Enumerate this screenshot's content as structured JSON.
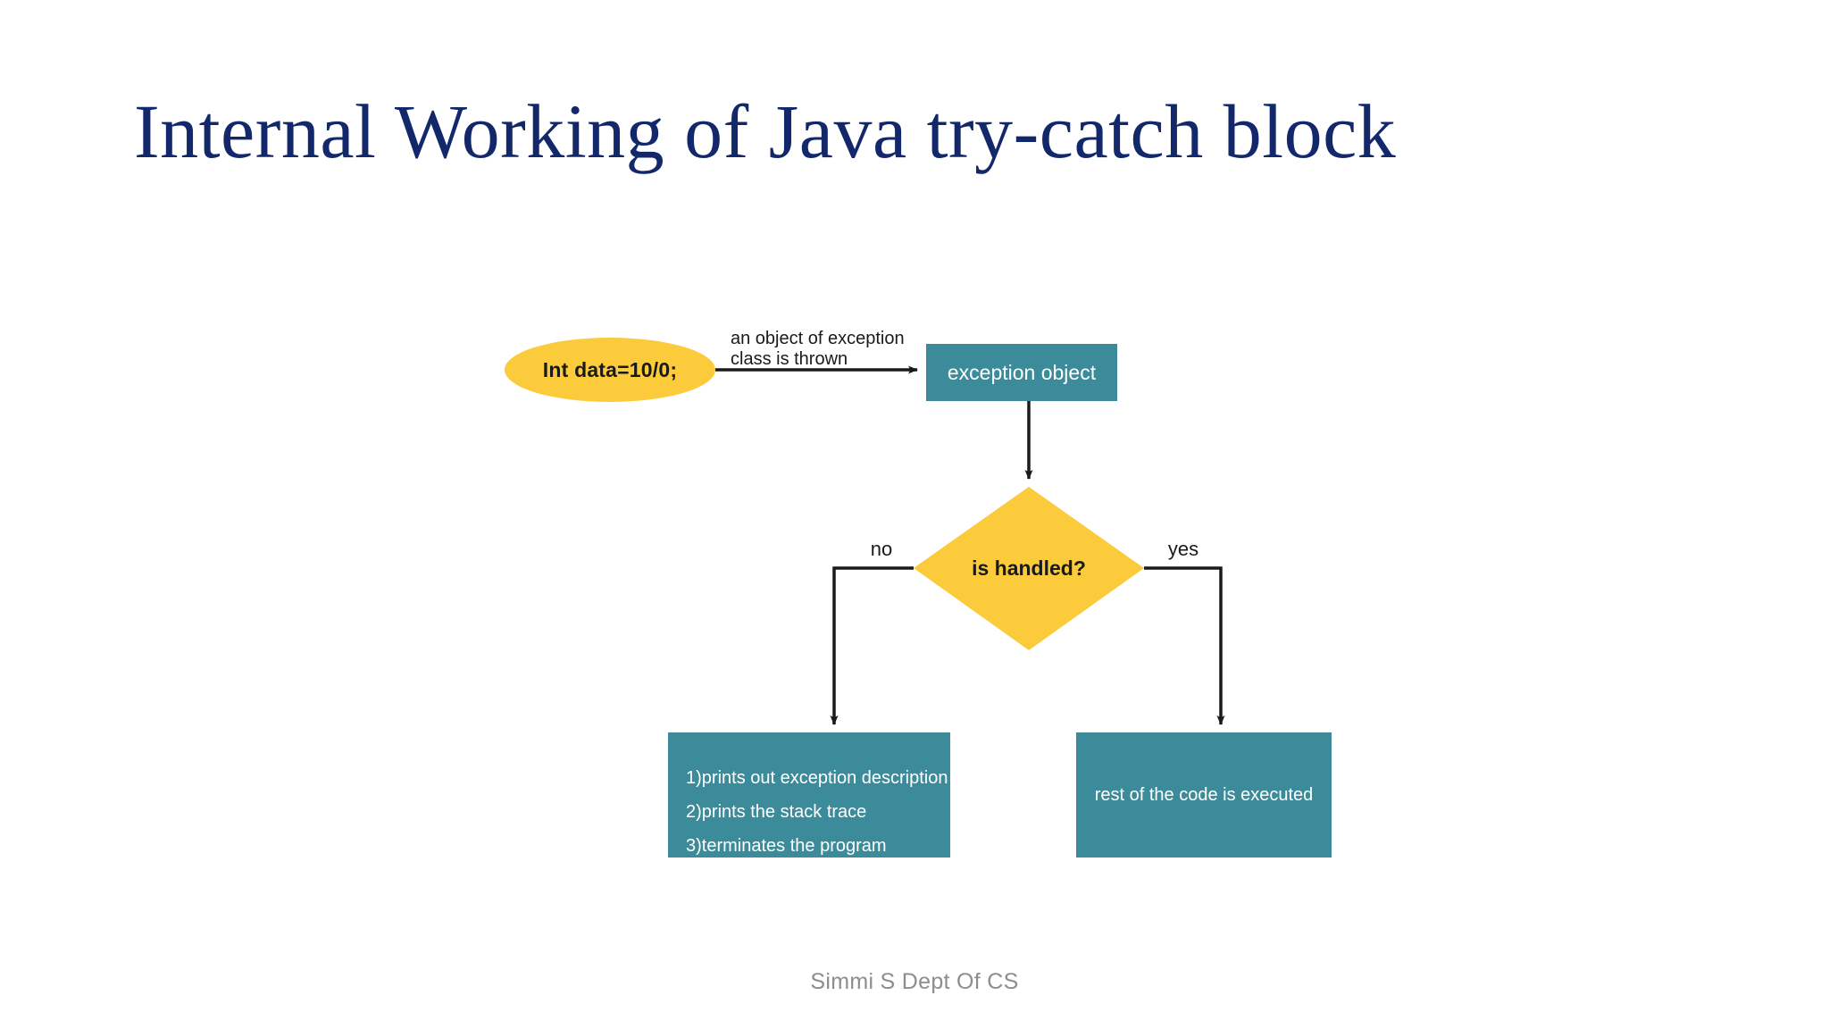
{
  "slide": {
    "title": "Internal Working of Java try-catch block",
    "footer": "Simmi S Dept Of CS",
    "title_color": "#13286B",
    "footer_color": "#8D8D8D",
    "background": "#FFFFFF"
  },
  "diagram": {
    "type": "flowchart",
    "palette": {
      "yellow": "#FBCB3C",
      "teal": "#3C8B9B",
      "connector": "#1A1A1A",
      "node_text_dark": "#1A1A1A",
      "node_text_light": "#FFFFFF"
    },
    "nodes": [
      {
        "id": "start-node",
        "shape": "ellipse",
        "fill": "#FBCB3C",
        "label": "Int data=10/0;"
      },
      {
        "id": "exception-object",
        "shape": "rectangle",
        "fill": "#3C8B9B",
        "label": "exception object"
      },
      {
        "id": "decision-node",
        "shape": "diamond",
        "fill": "#FBCB3C",
        "label": "is handled?"
      },
      {
        "id": "unhandled-box",
        "shape": "rectangle",
        "fill": "#3C8B9B",
        "lines": [
          "1)prints out exception description",
          "2)prints the stack trace",
          "3)terminates the program"
        ]
      },
      {
        "id": "handled-box",
        "shape": "rectangle",
        "fill": "#3C8B9B",
        "label": "rest of the code is executed"
      }
    ],
    "edges": [
      {
        "id": "edge-start-to-exception",
        "from": "start-node",
        "to": "exception-object",
        "label_line1": "an object of exception",
        "label_line2": "class is thrown"
      },
      {
        "id": "edge-exception-to-decision",
        "from": "exception-object",
        "to": "decision-node",
        "label": ""
      },
      {
        "id": "edge-decision-no",
        "from": "decision-node",
        "to": "unhandled-box",
        "label": "no"
      },
      {
        "id": "edge-decision-yes",
        "from": "decision-node",
        "to": "handled-box",
        "label": "yes"
      }
    ]
  }
}
